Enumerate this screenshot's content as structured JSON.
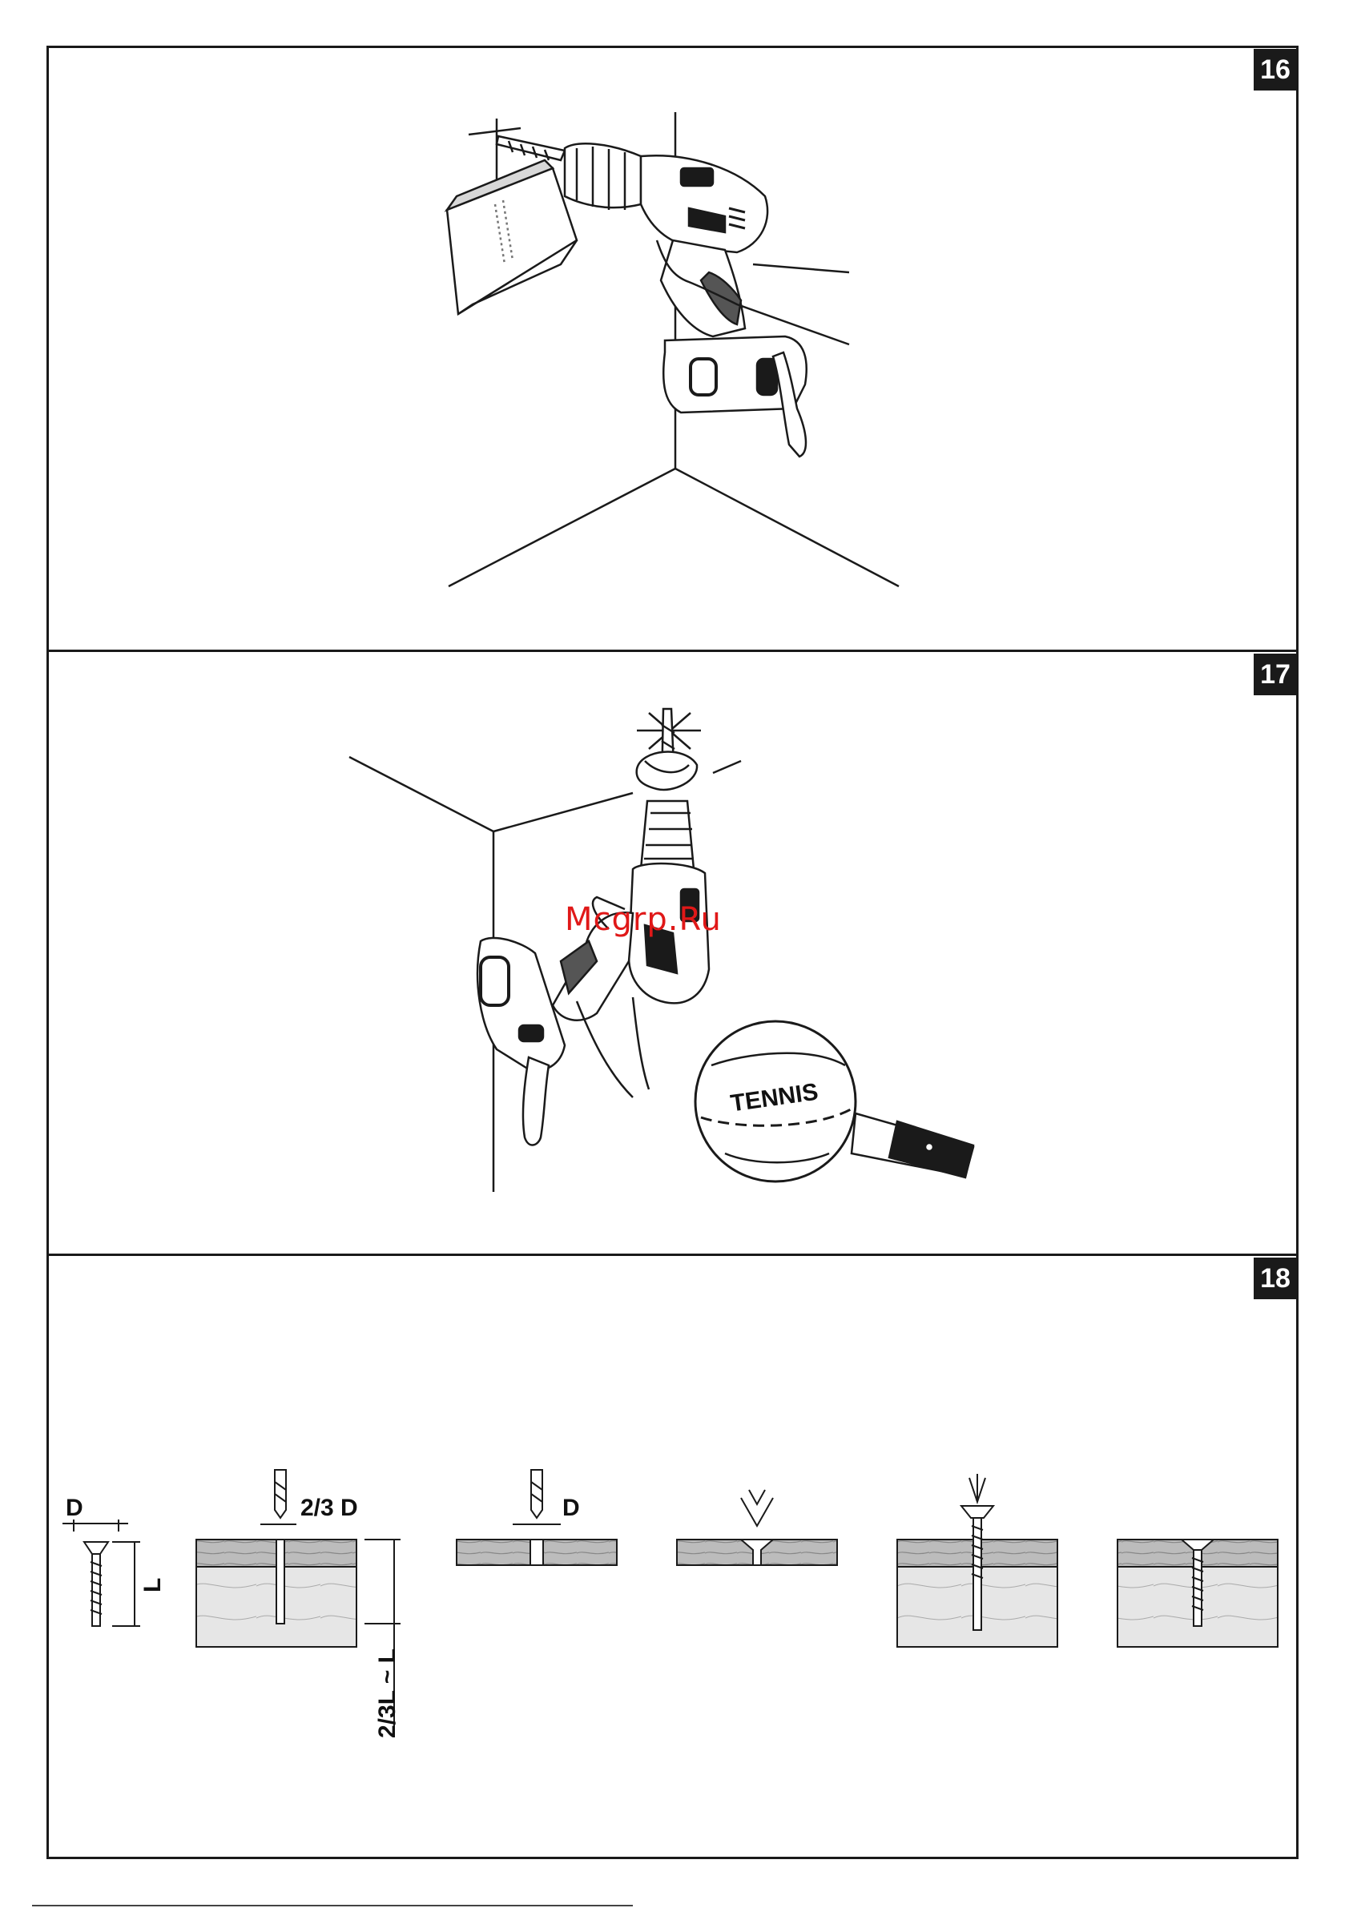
{
  "figures": [
    {
      "number": "16",
      "label": "figure-16"
    },
    {
      "number": "17",
      "label": "figure-17"
    },
    {
      "number": "18",
      "label": "figure-18"
    }
  ],
  "figure17": {
    "ball_text": "TENNIS"
  },
  "figure18": {
    "labels": {
      "d": "D",
      "l": "L",
      "two_thirds_d": "2/3 D",
      "two_thirds_l": "2/3L ~ L",
      "d_bit": "D"
    }
  },
  "watermark": "Mcgrp.Ru"
}
